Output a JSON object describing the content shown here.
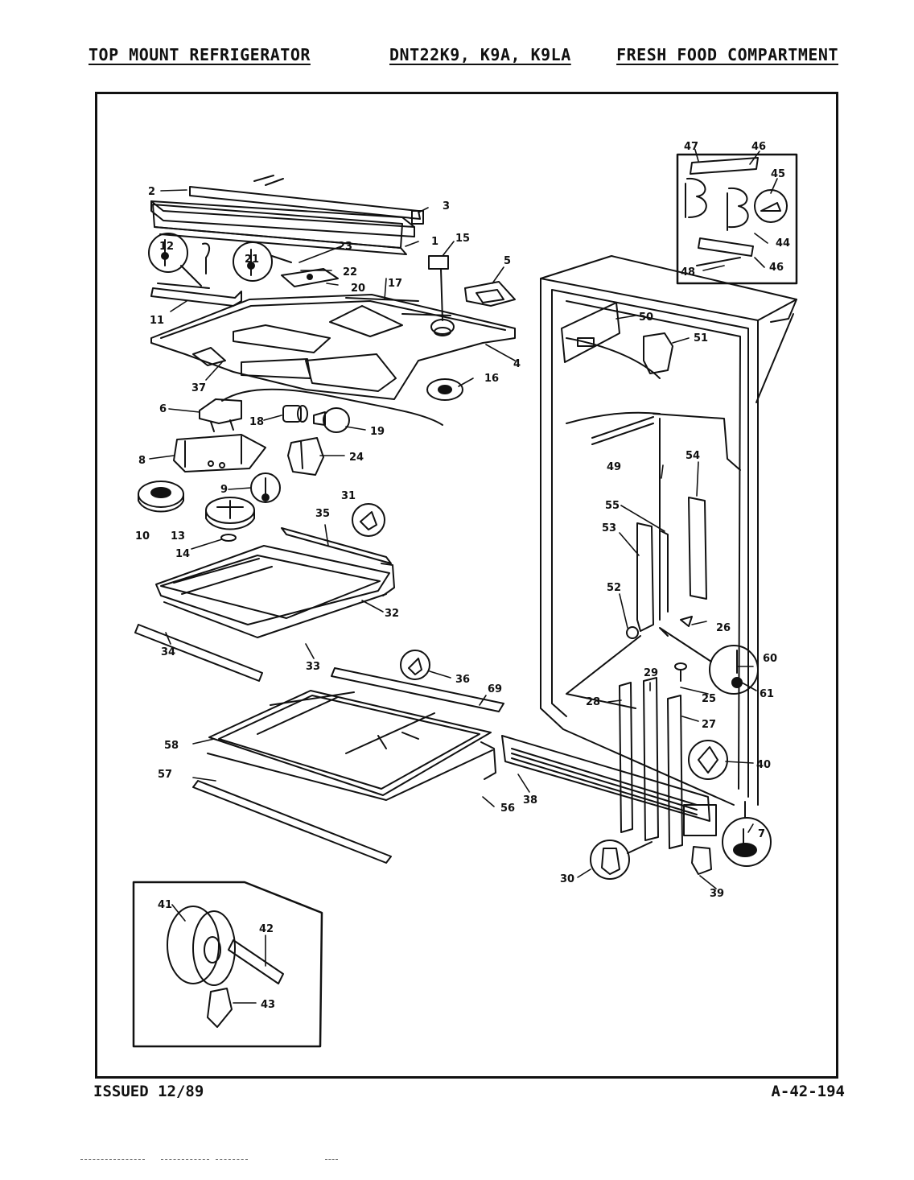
{
  "header": {
    "left": "TOP MOUNT REFRIGERATOR",
    "center": "DNT22K9, K9A, K9LA",
    "right": "FRESH FOOD COMPARTMENT"
  },
  "footer": {
    "issued": "ISSUED 12/89",
    "code": "A-42-194"
  },
  "part_labels": {
    "p1": "1",
    "p2": "2",
    "p3": "3",
    "p4": "4",
    "p5": "5",
    "p6": "6",
    "p7": "7",
    "p8": "8",
    "p9": "9",
    "p10": "10",
    "p11": "11",
    "p12": "12",
    "p13": "13",
    "p14": "14",
    "p15": "15",
    "p16": "16",
    "p17": "17",
    "p18": "18",
    "p19": "19",
    "p20": "20",
    "p21": "21",
    "p22": "22",
    "p23": "23",
    "p24": "24",
    "p25": "25",
    "p26": "26",
    "p27": "27",
    "p28": "28",
    "p29": "29",
    "p30": "30",
    "p31": "31",
    "p32": "32",
    "p33": "33",
    "p34": "34",
    "p35": "35",
    "p36": "36",
    "p37": "37",
    "p38": "38",
    "p39": "39",
    "p40": "40",
    "p41": "41",
    "p42": "42",
    "p43": "43",
    "p44": "44",
    "p45": "45",
    "p46a": "46",
    "p46b": "46",
    "p47": "47",
    "p48": "48",
    "p49": "49",
    "p50": "50",
    "p51": "51",
    "p52": "52",
    "p53": "53",
    "p54": "54",
    "p55": "55",
    "p56": "56",
    "p57": "57",
    "p58": "58",
    "p60": "60",
    "p61": "61",
    "p69": "69"
  }
}
